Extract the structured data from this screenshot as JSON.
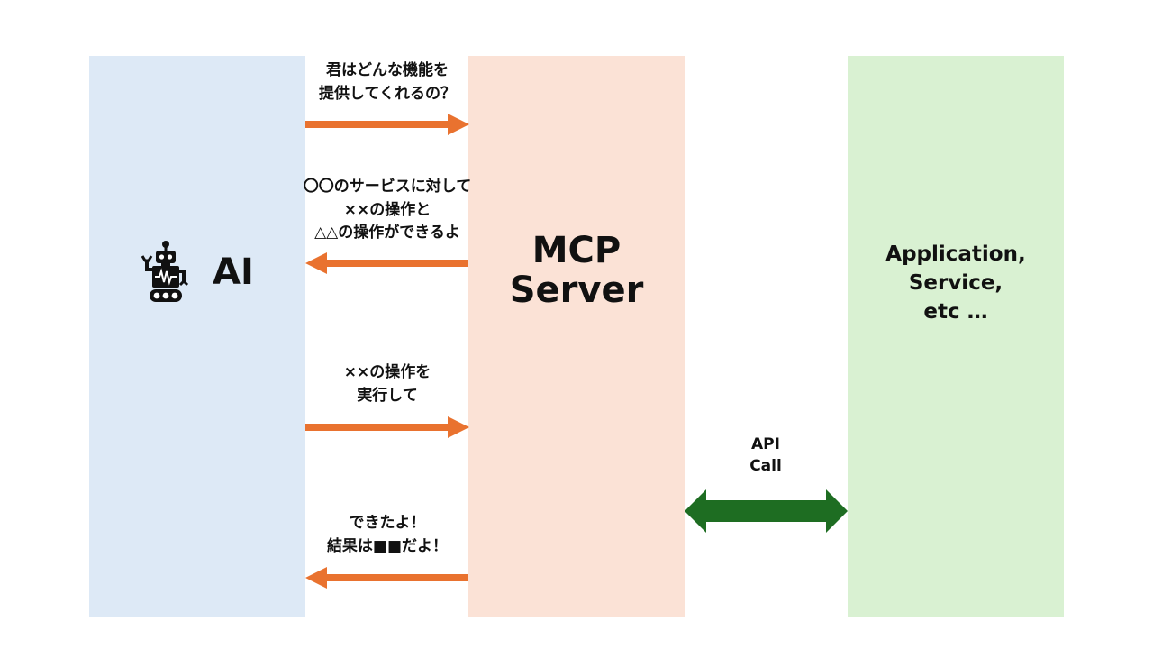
{
  "colors": {
    "ai_column": "#dde9f6",
    "mcp_column": "#fbe2d6",
    "app_column": "#d9f1d2",
    "message_arrow": "#e9722f",
    "api_arrow": "#1e6d22"
  },
  "ai": {
    "label": "AI",
    "icon": "robot-icon"
  },
  "mcp": {
    "label": "MCP\nServer"
  },
  "app": {
    "label": "Application,\nService,\netc …"
  },
  "messages": [
    {
      "text": "君はどんな機能を\n提供してくれるの？",
      "direction": "ai-to-mcp"
    },
    {
      "text": "〇〇のサービスに対して\n××の操作と\n△△の操作ができるよ",
      "direction": "mcp-to-ai"
    },
    {
      "text": "××の操作を\n実行して",
      "direction": "ai-to-mcp"
    },
    {
      "text": "できたよ！\n結果は■■だよ！",
      "direction": "mcp-to-ai"
    }
  ],
  "api": {
    "label": "API\nCall",
    "direction": "bidirectional"
  }
}
